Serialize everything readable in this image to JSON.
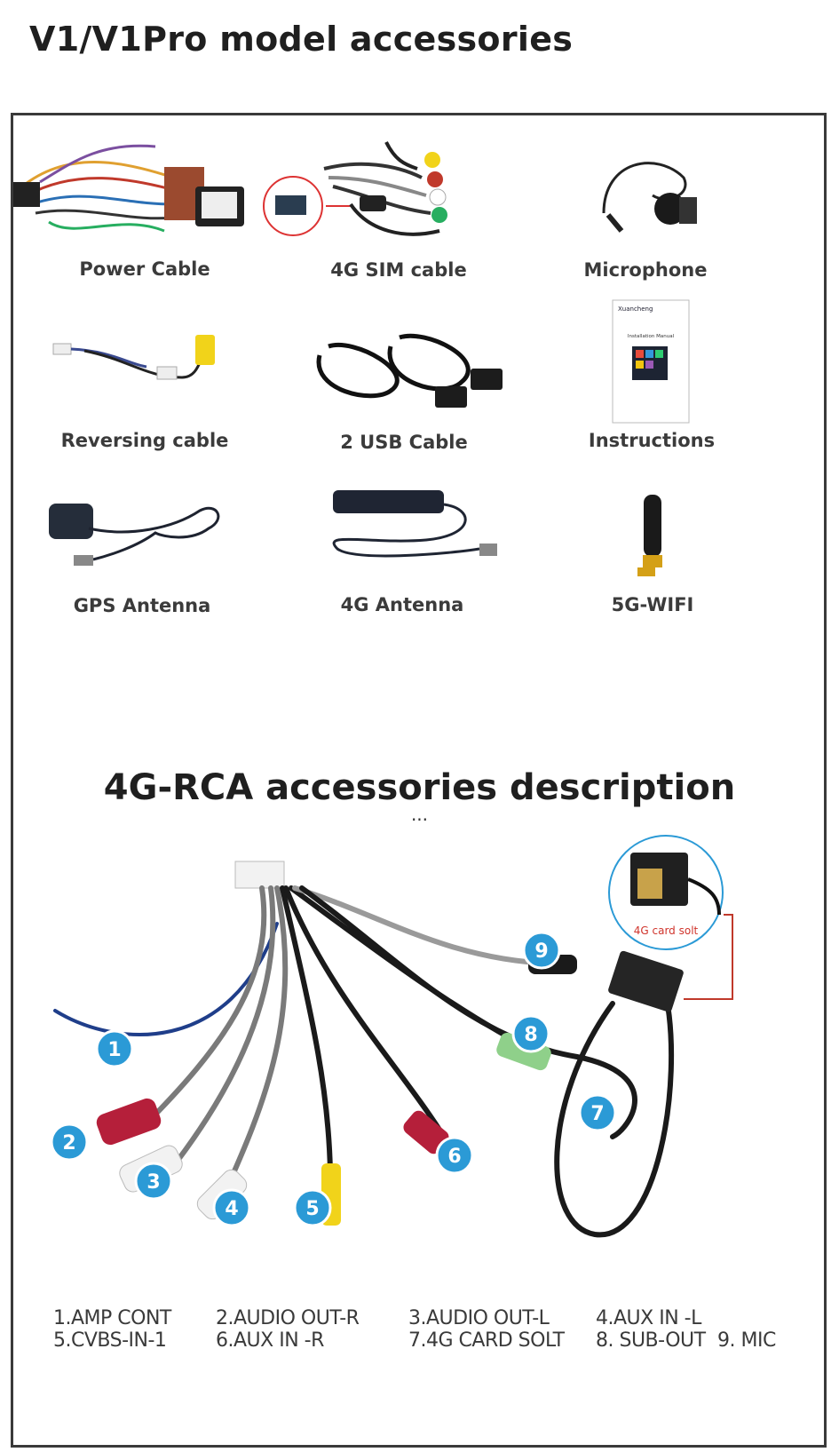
{
  "page": {
    "title": "V1/V1Pro model accessories"
  },
  "accessories": [
    {
      "label": "Power Cable"
    },
    {
      "label": "4G SIM cable"
    },
    {
      "label": "Microphone"
    },
    {
      "label": "Reversing cable"
    },
    {
      "label": "2 USB Cable"
    },
    {
      "label": "Instructions"
    },
    {
      "label": "GPS Antenna"
    },
    {
      "label": "4G Antenna"
    },
    {
      "label": "5G-WIFI"
    }
  ],
  "manual": {
    "brand": "Xuancheng",
    "title": "Installation Manual"
  },
  "rca": {
    "heading": "4G-RCA accessories description",
    "ellipsis": "...",
    "inset_caption": "4G card solt",
    "badges": [
      "1",
      "2",
      "3",
      "4",
      "5",
      "6",
      "7",
      "8",
      "9"
    ],
    "legend": [
      "1.AMP CONT",
      "2.AUDIO OUT-R",
      "3.AUDIO OUT-L",
      "4.AUX IN -L",
      "5.CVBS-IN-1",
      "6.AUX IN -R",
      "7.4G CARD SOLT",
      "8. SUB-OUT",
      "9. MIC"
    ]
  },
  "colors": {
    "badge": "#2b9ad6",
    "frame": "#3a3a3a",
    "title": "#1f1f1f"
  },
  "icons": [
    "power-cable-icon",
    "sim-cable-icon",
    "microphone-icon",
    "reversing-cable-icon",
    "usb-cable-icon",
    "manual-icon",
    "gps-antenna-icon",
    "4g-antenna-icon",
    "wifi-antenna-icon"
  ]
}
